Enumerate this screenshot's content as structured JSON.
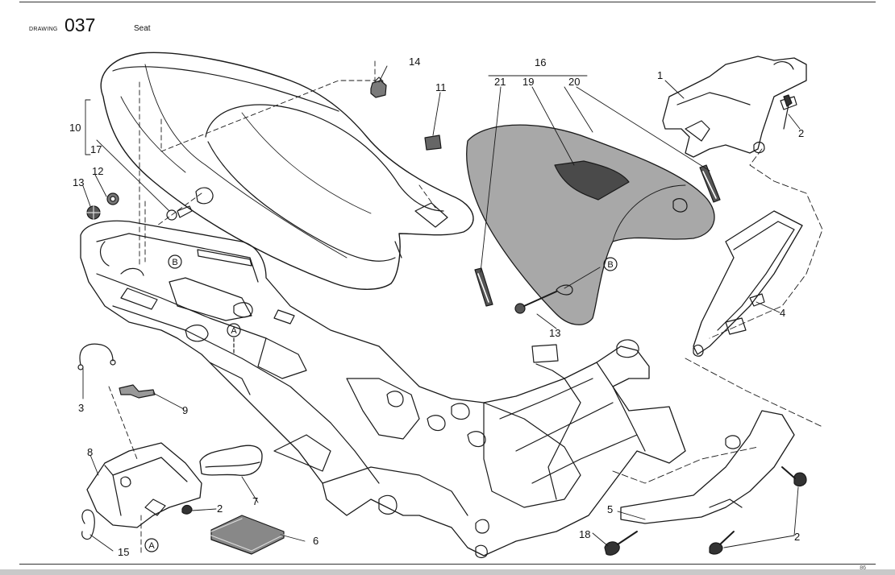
{
  "header": {
    "drawing_word": "DRAWING",
    "drawing_number": "037",
    "title": "Seat"
  },
  "footer": {
    "page_number": "86"
  },
  "callouts": {
    "c1": "1",
    "c2a": "2",
    "c2b": "2",
    "c2c": "2",
    "c3": "3",
    "c4": "4",
    "c5": "5",
    "c6": "6",
    "c7": "7",
    "c8": "8",
    "c9": "9",
    "c10": "10",
    "c11": "11",
    "c12": "12",
    "c13a": "13",
    "c13b": "13",
    "c14": "14",
    "c15": "15",
    "c16": "16",
    "c17": "17",
    "c18": "18",
    "c19": "19",
    "c20": "20",
    "c21": "21"
  },
  "reference_markers": {
    "ra1": "A",
    "ra2": "A",
    "rb1": "B",
    "rb2": "B"
  },
  "colors": {
    "line": "#1a1a1a",
    "cover_fill": "#a8a8a8",
    "cover_window": "#4a4a4a",
    "footer_band": "#c9c9c9"
  }
}
